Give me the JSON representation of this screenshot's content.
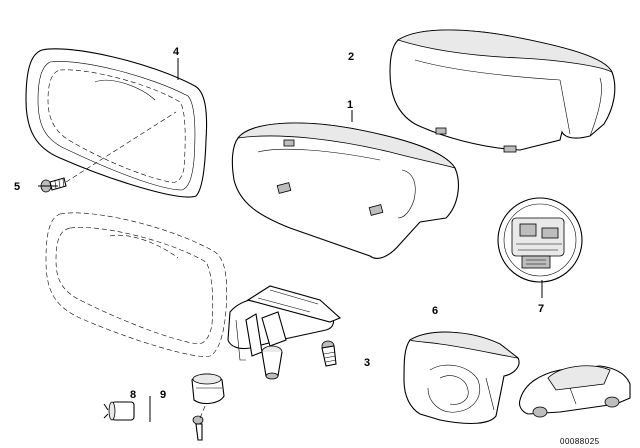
{
  "diagram": {
    "callouts": {
      "p1": "1",
      "p2": "2",
      "p3": "3",
      "p4": "4",
      "p5": "5",
      "p6": "6",
      "p7": "7",
      "p8": "8",
      "p9": "9"
    },
    "drawing_code": "00088025"
  }
}
